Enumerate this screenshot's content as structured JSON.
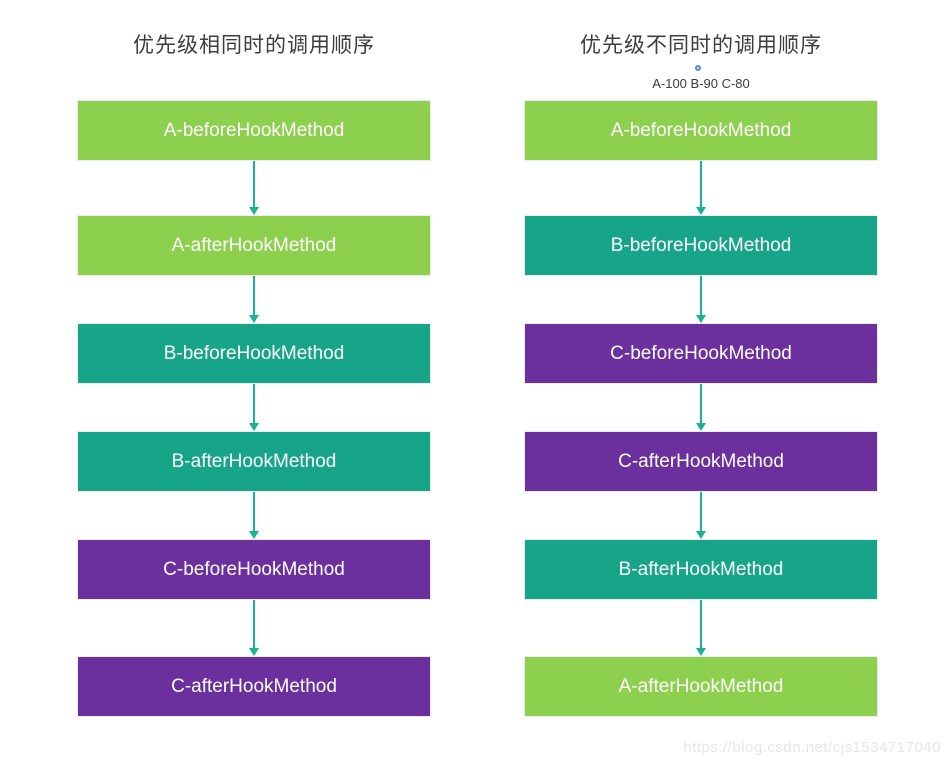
{
  "colors": {
    "box_a_green": "#8dd04e",
    "box_b_teal": "#17a589",
    "box_c_purple": "#6c2f9e",
    "arrow_teal": "#19b298",
    "priority_marker_blue": "#4a90d2"
  },
  "left_flow": {
    "title": "优先级相同时的调用顺序",
    "boxes": [
      {
        "label": "A-beforeHookMethod",
        "color": "box_a_green"
      },
      {
        "label": "A-afterHookMethod",
        "color": "box_a_green"
      },
      {
        "label": "B-beforeHookMethod",
        "color": "box_b_teal"
      },
      {
        "label": "B-afterHookMethod",
        "color": "box_b_teal"
      },
      {
        "label": "C-beforeHookMethod",
        "color": "box_c_purple"
      },
      {
        "label": "C-afterHookMethod",
        "color": "box_c_purple"
      }
    ]
  },
  "right_flow": {
    "title": "优先级不同时的调用顺序",
    "priority_note": "A-100 B-90 C-80",
    "boxes": [
      {
        "label": "A-beforeHookMethod",
        "color": "box_a_green"
      },
      {
        "label": "B-beforeHookMethod",
        "color": "box_b_teal"
      },
      {
        "label": "C-beforeHookMethod",
        "color": "box_c_purple"
      },
      {
        "label": "C-afterHookMethod",
        "color": "box_c_purple"
      },
      {
        "label": "B-afterHookMethod",
        "color": "box_b_teal"
      },
      {
        "label": "A-afterHookMethod",
        "color": "box_a_green"
      }
    ]
  },
  "watermark": "https://blog.csdn.net/cjs1534717040"
}
